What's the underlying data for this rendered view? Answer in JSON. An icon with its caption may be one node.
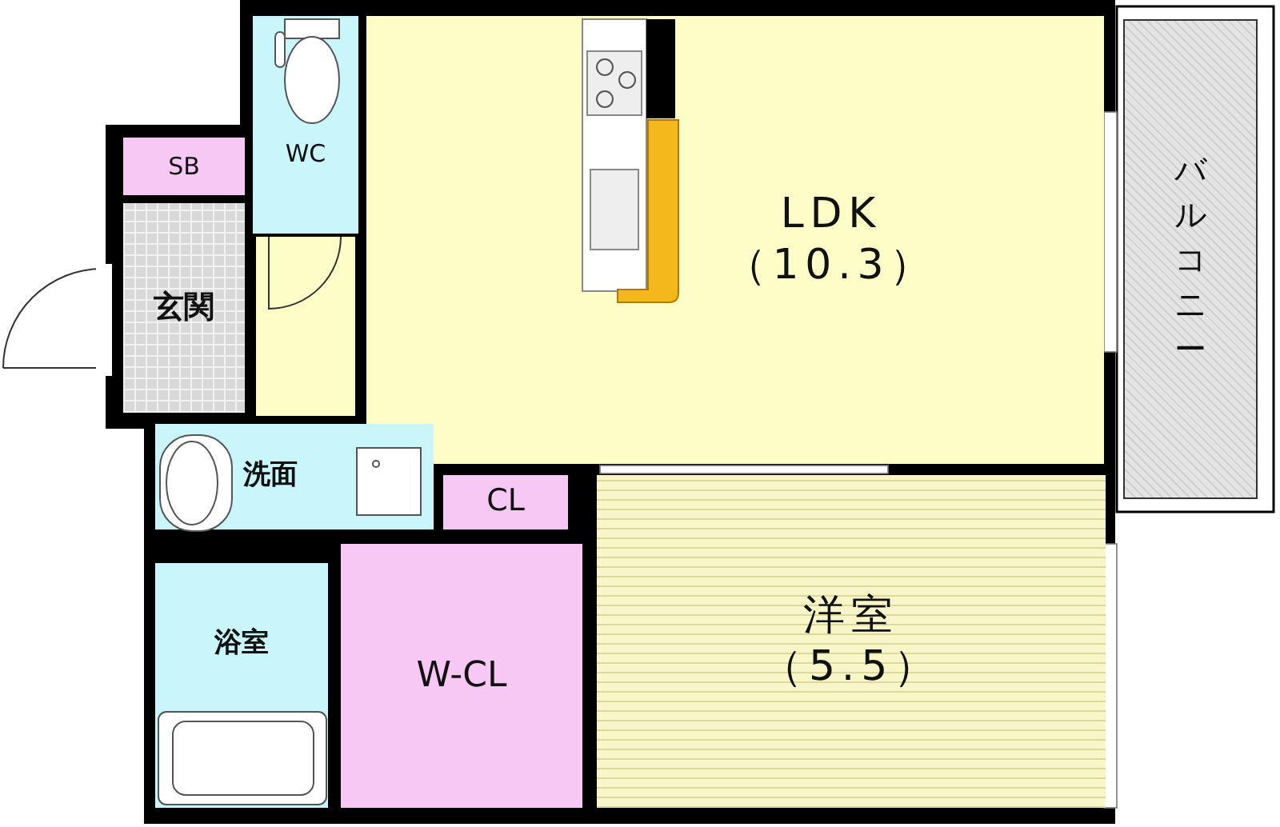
{
  "diagram": {
    "nodes": [
      {
        "text": [
          "WC"
        ]
      },
      {
        "text": [
          "SB"
        ]
      },
      {
        "text": [
          "玄関"
        ]
      },
      {
        "text": [
          "LDK",
          "（10.3）"
        ]
      },
      {
        "text": [
          "バルコニー"
        ]
      },
      {
        "text": [
          "洗面"
        ]
      },
      {
        "text": [
          "CL"
        ]
      },
      {
        "text": [
          "浴室"
        ]
      },
      {
        "text": [
          "W-CL"
        ]
      },
      {
        "text": [
          "洋室",
          "（5.5）"
        ]
      }
    ]
  }
}
